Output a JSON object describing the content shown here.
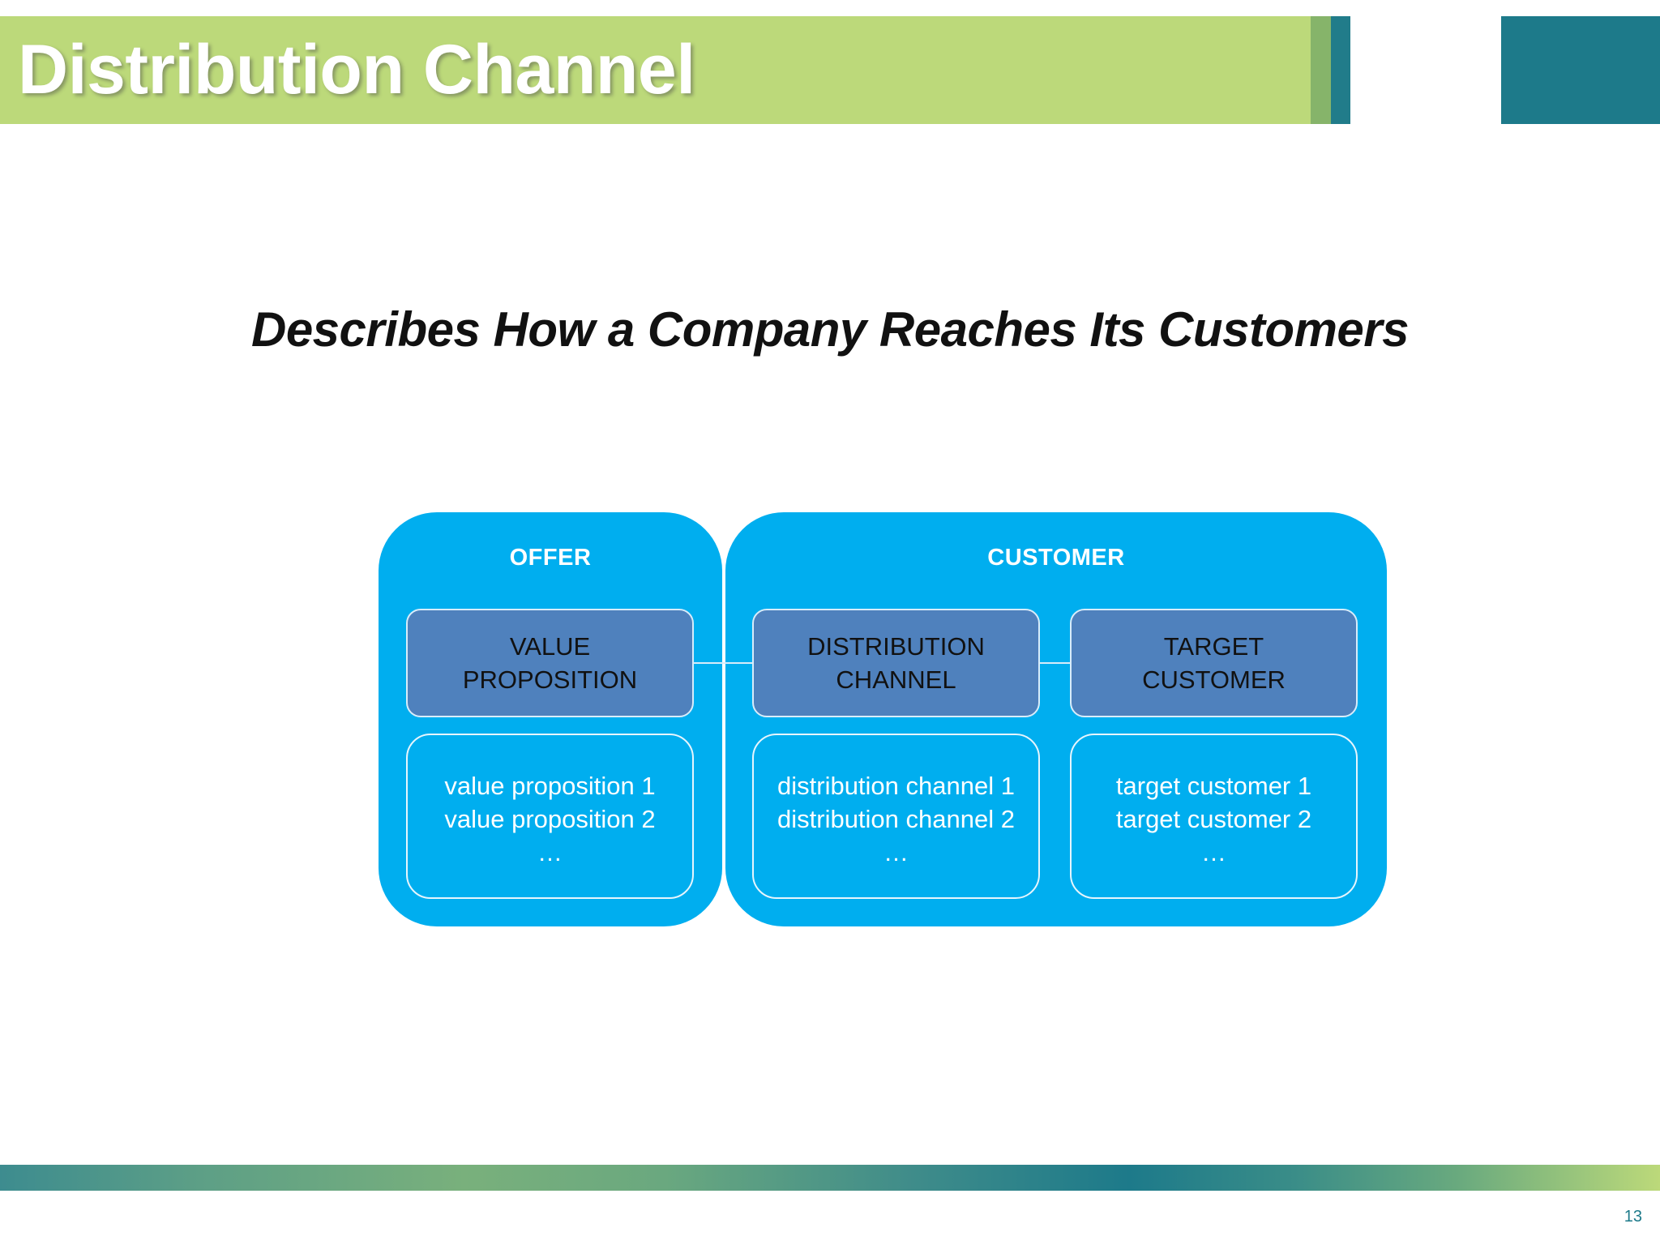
{
  "slide": {
    "title": "Distribution Channel",
    "subtitle": "Describes How a Company Reaches Its Customers",
    "page_number": "13"
  },
  "diagram": {
    "groups": [
      {
        "label": "OFFER"
      },
      {
        "label": "CUSTOMER"
      }
    ],
    "columns": [
      {
        "heading_line1": "VALUE",
        "heading_line2": "PROPOSITION",
        "items": [
          "value proposition 1",
          "value proposition 2",
          "…"
        ]
      },
      {
        "heading_line1": "DISTRIBUTION",
        "heading_line2": "CHANNEL",
        "items": [
          "distribution channel 1",
          "distribution channel 2",
          "…"
        ]
      },
      {
        "heading_line1": "TARGET",
        "heading_line2": "CUSTOMER",
        "items": [
          "target customer 1",
          "target customer 2",
          "…"
        ]
      }
    ]
  },
  "colors": {
    "title_band": "#bcd97a",
    "teal_accent": "#1d7a8a",
    "group_fill": "#00aeef",
    "heading_box_fill": "#4f81bd"
  }
}
